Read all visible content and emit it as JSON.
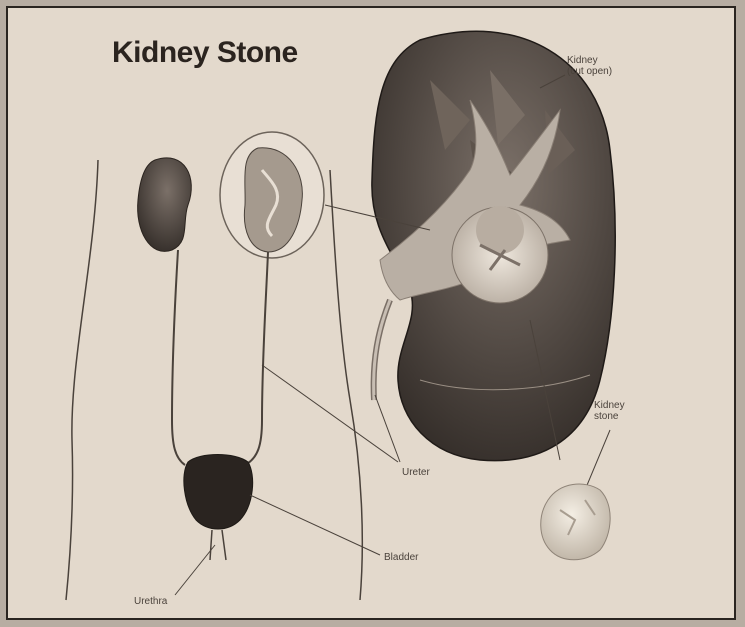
{
  "title": "Kidney Stone",
  "labels": {
    "kidney_split_line1": "Kidney",
    "kidney_split_line2": "(cut open)",
    "kidney_stone_line1": "Kidney",
    "kidney_stone_line2": "stone",
    "ureter": "Ureter",
    "bladder": "Bladder",
    "urethra": "Urethra"
  },
  "colors": {
    "paper": "#e3d9cc",
    "ink": "#2b241f",
    "kidney_dark": "#3f3732",
    "kidney_mid": "#8f857b",
    "kidney_light": "#d6cdc2"
  }
}
